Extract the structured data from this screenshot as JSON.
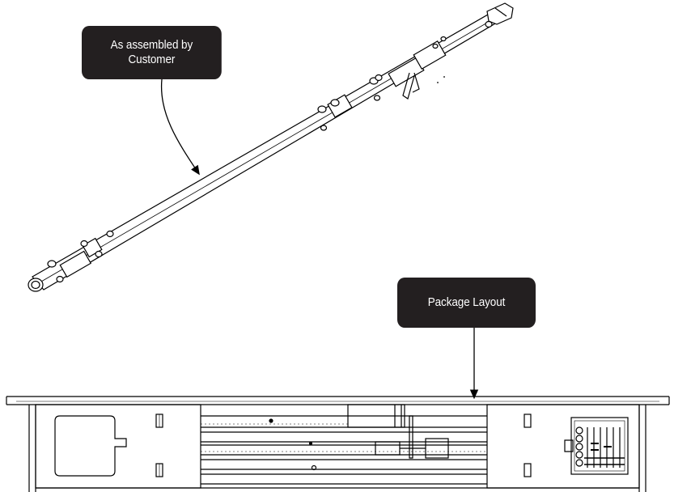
{
  "callouts": {
    "assembled": {
      "line1": "As assembled by",
      "line2": "Customer"
    },
    "package": {
      "label": "Package Layout"
    }
  },
  "colors": {
    "line": "#000000",
    "callout_bg": "#231f20",
    "callout_text": "#ffffff"
  }
}
